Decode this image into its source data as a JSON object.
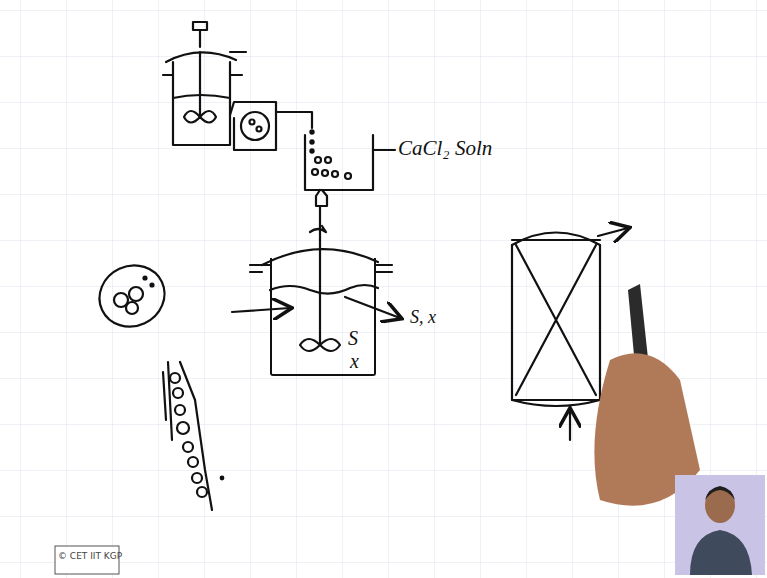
{
  "diagram": {
    "nodes": [
      {
        "text": [
          "S",
          "x"
        ]
      }
    ],
    "labels": [
      "CaCl₂ Soln",
      "S, x",
      "© CET IIT KGP"
    ]
  }
}
